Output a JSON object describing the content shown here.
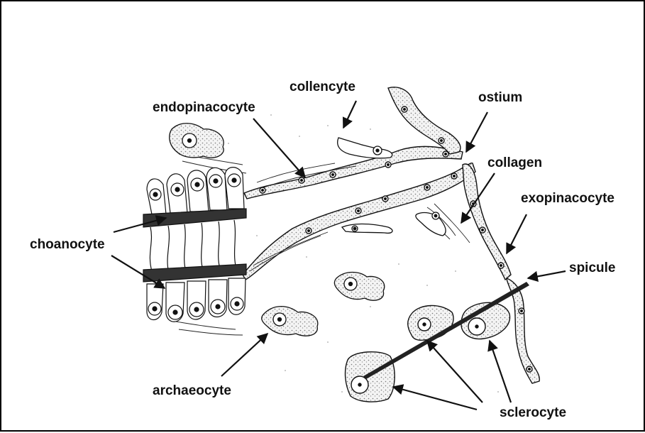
{
  "labels": {
    "collencyte": "collencyte",
    "endopinacocyte": "endopinacocyte",
    "ostium": "ostium",
    "collagen": "collagen",
    "exopinacocyte": "exopinacocyte",
    "choanocyte": "choanocyte",
    "spicule": "spicule",
    "archaeocyte": "archaeocyte",
    "sclerocyte": "sclerocyte"
  },
  "colors": {
    "line": "#111111",
    "cell_fill": "#d6d6d6",
    "background": "#ffffff"
  }
}
